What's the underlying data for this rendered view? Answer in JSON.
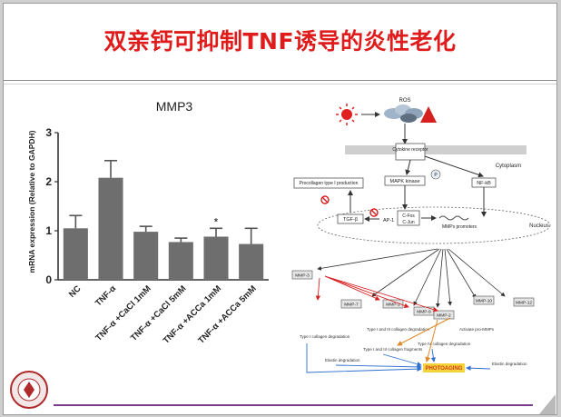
{
  "slide": {
    "title": "双亲钙可抑制TNF诱导的炎性老化"
  },
  "chart_data": {
    "type": "bar",
    "title": "MMP3",
    "ylabel": "mRNA expression (Relative to GAPDH)",
    "xlabel": "",
    "ylim": [
      0,
      3
    ],
    "yticks": [
      "0",
      "1",
      "2",
      "3"
    ],
    "categories": [
      "NC",
      "TNF-α",
      "TNF-α +CaCl 1mM",
      "TNF-α +CaCl 5mM",
      "TNF-α +ACCa 1mM",
      "TNF-α +ACCa 5mM"
    ],
    "values": [
      1.05,
      2.08,
      0.98,
      0.77,
      0.88,
      0.73
    ],
    "errors": [
      0.26,
      0.35,
      0.11,
      0.08,
      0.17,
      0.32
    ],
    "annotations": [
      "",
      "",
      "",
      "",
      "*",
      ""
    ],
    "bar_color": "#6e6e6e",
    "grid": false,
    "legend": "none"
  },
  "pathway": {
    "ros": "ROS",
    "cytokine_receptor": "Cytokine receptor",
    "cytoplasm": "Cytoplasm",
    "mapk": "MAPK kinase",
    "p": "P",
    "nfkb": "NF-kB",
    "procollagen": "Procollagen type I production",
    "tgf": "TGF-β",
    "ap1": "AP-1",
    "cfos": "C-Fos",
    "cjun": "C-Jun",
    "mmp_promoters": "MMPs promoters",
    "nucleus": "Nucleus",
    "mmps": [
      "MMP-3",
      "MMP-7",
      "MMP-1",
      "MMP-9",
      "MMP-2",
      "MMP-10",
      "MMP-12"
    ],
    "outcomes": {
      "t1_deg": "Type I collagen degradation",
      "t13_deg": "Type I and III collagen degradation",
      "elastin1": "Elastin degradation",
      "t13_frag": "Type I and III collagen fragments",
      "t4_deg": "Type IV collagen degradation",
      "activate": "Activate pro-MMPs",
      "photoaging": "PHOTOAGING",
      "elastin2": "Elastin degradation"
    }
  },
  "colors": {
    "title_red": "#e01b1b",
    "accent_purple": "#7a3c8c",
    "photoaging_bg": "#f5d33a",
    "photoaging_text": "#d43a1a"
  }
}
